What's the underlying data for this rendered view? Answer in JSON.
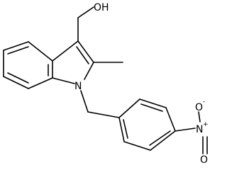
{
  "molecule": {
    "atoms": {
      "hydroxyl": "OH",
      "indole_nitrogen": "N",
      "nitro_nitrogen": "N",
      "nitro_nitrogen_charge": "+",
      "nitro_oxygen_double": "O",
      "nitro_oxygen_single": "O",
      "nitro_oxygen_charge": "-"
    },
    "colors": {
      "bond": "#000000",
      "label": "#000000",
      "background": "#ffffff"
    }
  }
}
